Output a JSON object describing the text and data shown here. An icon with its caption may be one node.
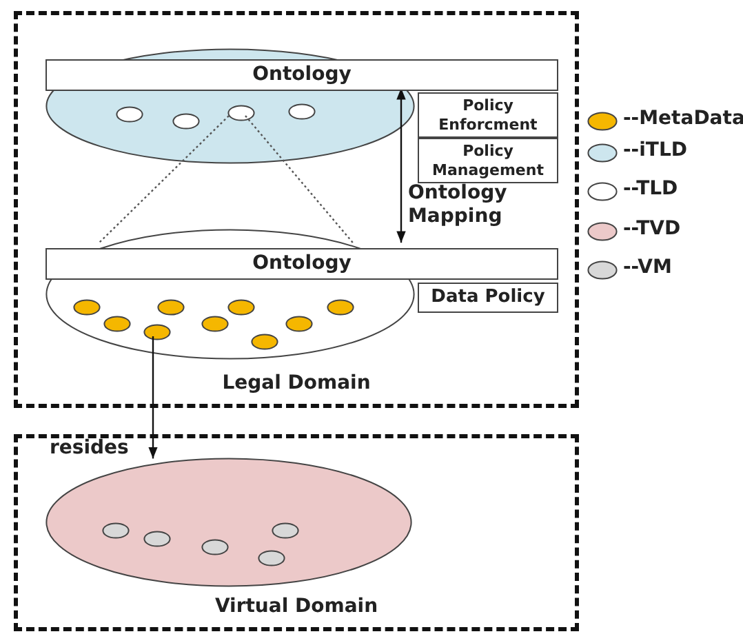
{
  "diagram": {
    "nodes": [
      {
        "text": [
          "Legal Domain"
        ]
      },
      {
        "text": [
          "Ontology"
        ],
        "in": 0
      },
      {
        "text": [],
        "shape": "ellipse",
        "in": 0
      },
      {
        "text": [],
        "shape": "ellipse",
        "in": 2
      },
      {
        "text": [],
        "shape": "ellipse",
        "in": 2
      },
      {
        "text": [],
        "shape": "ellipse",
        "in": 2
      },
      {
        "text": [],
        "shape": "ellipse",
        "in": 2
      },
      {
        "text": [
          "Policy Enforcment"
        ],
        "in": 0
      },
      {
        "text": [
          "Policy Management"
        ],
        "in": 0
      },
      {
        "text": [
          "Ontology"
        ],
        "in": 0
      },
      {
        "text": [],
        "shape": "ellipse",
        "in": 0
      },
      {
        "text": [],
        "shape": "ellipse",
        "in": 10
      },
      {
        "text": [],
        "shape": "ellipse",
        "in": 10
      },
      {
        "text": [],
        "shape": "ellipse",
        "in": 10
      },
      {
        "text": [],
        "shape": "ellipse",
        "in": 10
      },
      {
        "text": [],
        "shape": "ellipse",
        "in": 10
      },
      {
        "text": [],
        "shape": "ellipse",
        "in": 10
      },
      {
        "text": [],
        "shape": "ellipse",
        "in": 10
      },
      {
        "text": [],
        "shape": "ellipse",
        "in": 10
      },
      {
        "text": [],
        "shape": "ellipse",
        "in": 10
      },
      {
        "text": [
          "Data Policy"
        ],
        "in": 0
      },
      {
        "text": [
          "Virtual Domain"
        ]
      },
      {
        "text": [],
        "shape": "ellipse",
        "in": 21
      },
      {
        "text": [],
        "shape": "ellipse",
        "in": 22
      },
      {
        "text": [],
        "shape": "ellipse",
        "in": 22
      },
      {
        "text": [],
        "shape": "ellipse",
        "in": 22
      },
      {
        "text": [],
        "shape": "ellipse",
        "in": 22
      },
      {
        "text": [],
        "shape": "ellipse",
        "in": 22
      }
    ],
    "edges": [
      {
        "from": 1,
        "to": 9,
        "arrow": "both",
        "label": "Ontology Mapping"
      },
      {
        "from": 5,
        "to": 10,
        "arrow": "none",
        "style": "dashed"
      },
      {
        "from": 5,
        "to": 10,
        "arrow": "none",
        "style": "dashed"
      },
      {
        "from": 13,
        "to": 22,
        "arrow": "to",
        "label": "resides"
      }
    ],
    "legend": [
      {
        "text": "--MetaData",
        "color": "#f5b700"
      },
      {
        "text": "--iTLD",
        "color": "#cde6ee"
      },
      {
        "text": "--TLD",
        "color": "#ffffff"
      },
      {
        "text": "--TVD",
        "color": "#ecc9c9"
      },
      {
        "text": "--VM",
        "color": "#d8d8d8"
      }
    ]
  }
}
